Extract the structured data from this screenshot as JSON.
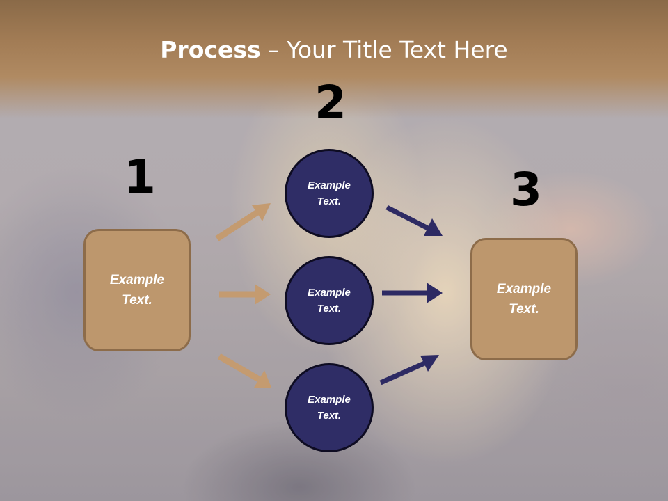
{
  "title": {
    "bold": "Process",
    "rest": " – Your Title Text Here"
  },
  "steps": [
    "1",
    "2",
    "3"
  ],
  "box_left": "Example\nText.",
  "circles": [
    "Example\nText.",
    "Example\nText.",
    "Example\nText."
  ],
  "box_right": "Example\nText.",
  "colors": {
    "box_fill": "#bd976d",
    "box_border": "#8d6c4a",
    "circle_fill": "#2f2d66",
    "tan_arrow": "#c49b70",
    "navy_arrow": "#2d2a63",
    "title_band": "#a27c55"
  }
}
